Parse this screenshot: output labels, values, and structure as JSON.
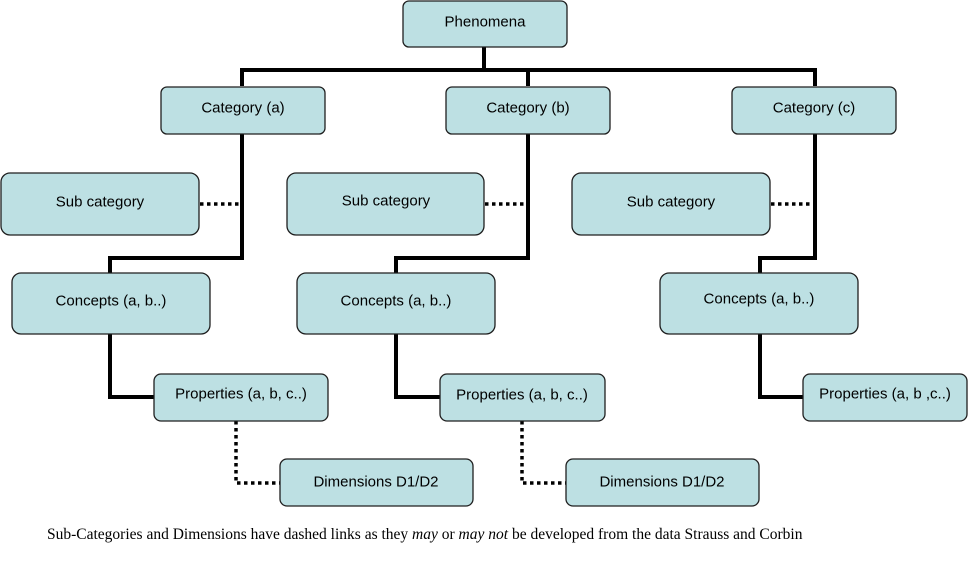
{
  "nodes": {
    "phenomena": "Phenomena",
    "category_a": "Category (a)",
    "category_b": "Category (b)",
    "category_c": "Category (c)",
    "subcategory_a": "Sub category",
    "subcategory_b": "Sub category",
    "subcategory_c": "Sub category",
    "concepts_a": "Concepts (a, b..)",
    "concepts_b": "Concepts (a, b..)",
    "concepts_c": "Concepts (a, b..)",
    "properties_a": "Properties (a, b, c..)",
    "properties_b": "Properties (a, b, c..)",
    "properties_c": "Properties (a, b ,c..)",
    "dimensions_a": "Dimensions D1/D2",
    "dimensions_b": "Dimensions D1/D2"
  },
  "caption": {
    "part1": "Sub-Categories and Dimensions have dashed links as they ",
    "may": "may",
    "or": " or ",
    "may_not": "may not",
    "part2": " be developed from the data Strauss and Corbin"
  },
  "colors": {
    "box_fill": "#bde0e3",
    "box_stroke": "#1f1f1f",
    "connector": "#000000"
  }
}
